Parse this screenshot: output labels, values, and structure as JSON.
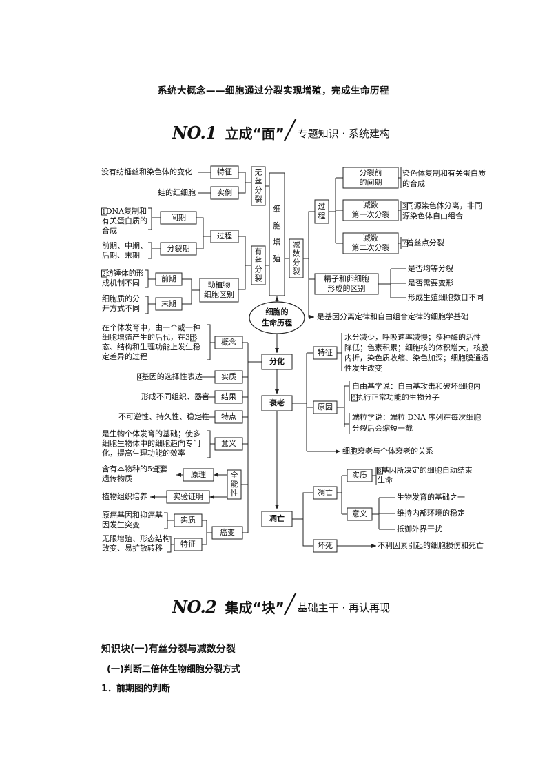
{
  "doc_title": "系统大概念——细胞通过分裂实现增殖，完成生命历程",
  "section1": {
    "no": "NO.1",
    "name": "立成“面”",
    "sub": "专题知识 · 系统建构"
  },
  "section2": {
    "no": "NO.2",
    "name": "集成“块”",
    "sub": "基础主干 · 再认再现"
  },
  "mindmap": {
    "center": [
      "细胞的",
      "生命历程"
    ],
    "prolif": [
      "细",
      "胞",
      "增",
      "殖"
    ],
    "wusi": [
      "无",
      "丝",
      "分",
      "裂"
    ],
    "tezheng": "特征",
    "tezheng_desc": "没有纺锤丝和染色体的变化",
    "shili": "实例",
    "shili_desc": "蛙的红细胞",
    "yousi": [
      "有",
      "丝",
      "分",
      "裂"
    ],
    "guocheng": "过程",
    "jianqi": "间期",
    "jianqi_desc": [
      "1DNA复制和",
      "有关蛋白质的",
      "合成"
    ],
    "fenlieqi": "分裂期",
    "fenlieqi_desc": [
      "前期、中期、",
      "后期、末期"
    ],
    "dongzhiwu": [
      "动植物",
      "细胞区别"
    ],
    "qianqi": "前期",
    "qianqi_desc": [
      "2纺锤体的形",
      "成机制不同"
    ],
    "moqi": "末期",
    "moqi_desc": [
      "细胞质的分",
      "开方式不同"
    ],
    "jianshu": [
      "减",
      "数",
      "分",
      "裂"
    ],
    "guocheng2": [
      "过",
      "程"
    ],
    "fenlieqian": [
      "分裂前",
      "的间期"
    ],
    "fenlieqian_desc": [
      "染色体复制和有关蛋白质",
      "的合成"
    ],
    "jianshu1": [
      "减数",
      "第一次分裂"
    ],
    "jianshu1_desc": [
      "3同源染色体分离，非同",
      "源染色体自由组合"
    ],
    "jianshu2": [
      "减数",
      "第二次分裂"
    ],
    "jianshu2_desc": "7着丝点分裂",
    "jingzi": [
      "精子和卵细胞",
      "形成的区别"
    ],
    "jingzi_items": [
      "是否均等分裂",
      "是否需要变形",
      "形成生殖细胞数目不同"
    ],
    "jichu": "是基因分离定律和自由组合定律的细胞学基础",
    "fenhua": "分化",
    "gainian": "概念",
    "gainian_desc": [
      "在个体发育中，由一个或一种",
      "细胞增殖产生的后代，在3形",
      "态、结构和生理功能上发生稳",
      "定差异的过程"
    ],
    "shizhi": "实质",
    "shizhi_desc": "4基因的选择性表达",
    "jieguo": "结果",
    "jieguo_desc": "形成不同组织、器官",
    "tedian": "特点",
    "tedian_desc": "不可逆性、持久性、稳定性",
    "yiyi": "意义",
    "yiyi_desc": [
      "是生物个体发育的基础；使多",
      "细胞生物体中的细胞趋向专门",
      "化，提高生理功能的效率"
    ],
    "quanneng": [
      "全",
      "能",
      "性"
    ],
    "yuanli": "原理",
    "yuanli_desc": [
      "含有本物种的5全套",
      "遗传物质"
    ],
    "shiyan": "实验证明",
    "shiyan_desc": "植物组织培养",
    "aibian": "癌变",
    "ai_shizhi": "实质",
    "ai_shizhi_desc": [
      "原癌基因和抑癌基",
      "因发生突变"
    ],
    "ai_tezheng": "特征",
    "ai_tezheng_desc": [
      "无限增殖、形态结构",
      "改变、易扩散转移"
    ],
    "shuailao": "衰老",
    "sl_tezheng": "特征",
    "sl_tezheng_desc": [
      "水分减少，呼吸速率减慢；多种酶的活性",
      "降低；色素积累；细胞核的体积增大，核膜",
      "内折，染色质收缩、染色加深；细胞膜通透",
      "性发生改变"
    ],
    "sl_yuanyin": "原因",
    "ziyouji": [
      "自由基学说：自由基攻击和破坏细胞内",
      "6执行正常功能的生物分子"
    ],
    "duanli": [
      "端粒学说：端粒 DNA 序列在每次细胞",
      "分裂后会缩短一截"
    ],
    "guanxi": "细胞衰老与个体衰老的关系",
    "diaowang": "凋亡",
    "dw": "凋亡",
    "dw_shizhi": "实质",
    "dw_shizhi_desc": [
      "8基因所决定的细胞自动结束",
      "生命"
    ],
    "dw_yiyi": "意义",
    "dw_yiyi_items": [
      "生物发育的基础之一",
      "维持内部环境的稳定",
      "抵御外界干扰"
    ],
    "huaisi": "坏死",
    "huaisi_desc": "不利因素引起的细胞损伤和死亡"
  },
  "kb1": "知识块(一)有丝分裂与减数分裂",
  "kb2": "(一)判断二倍体生物细胞分裂方式",
  "kb3": "1．前期图的判断"
}
